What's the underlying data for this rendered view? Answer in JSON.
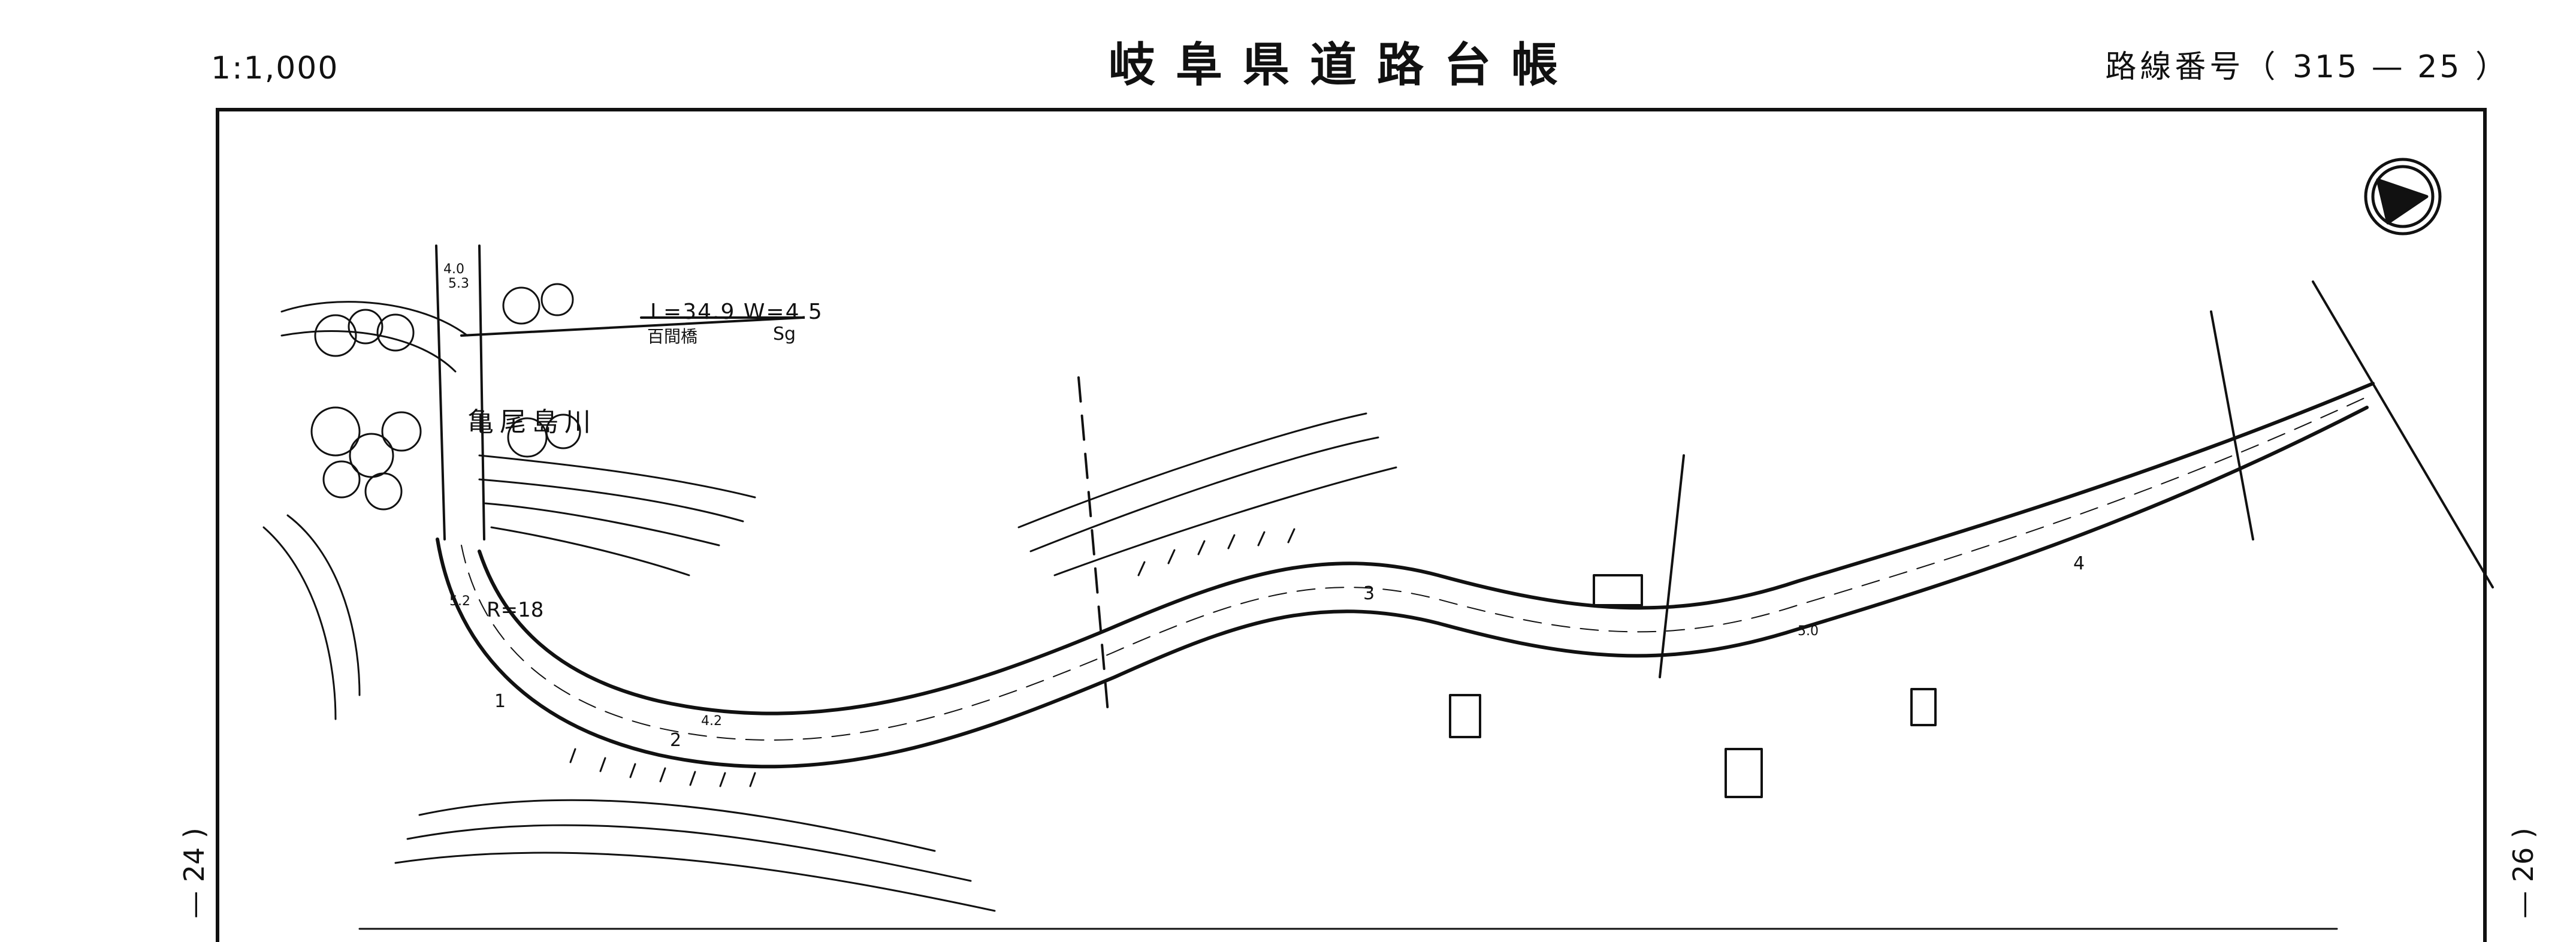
{
  "header": {
    "scale": "1:1,000",
    "title": "岐阜県道路台帳",
    "route_label": "路線番号（",
    "route_number": "315 — 25",
    "route_close": "）"
  },
  "margins": {
    "left_page": "— 24 )",
    "right_page": "— 26 )"
  },
  "map": {
    "bridge_dims": "L=34.9 W=4.5",
    "bridge_name": "百間橋",
    "bridge_type": "Sg",
    "river_name": "亀尾島川",
    "curve_radius": "R=18",
    "section_numbers": [
      "1",
      "2",
      "3",
      "4"
    ],
    "width_marks": [
      "4.0",
      "5.3",
      "5.2",
      "4.2",
      "5.0"
    ],
    "north_symbol": "north-arrow"
  },
  "colors": {
    "ink": "#111111",
    "paper": "#ffffff"
  }
}
